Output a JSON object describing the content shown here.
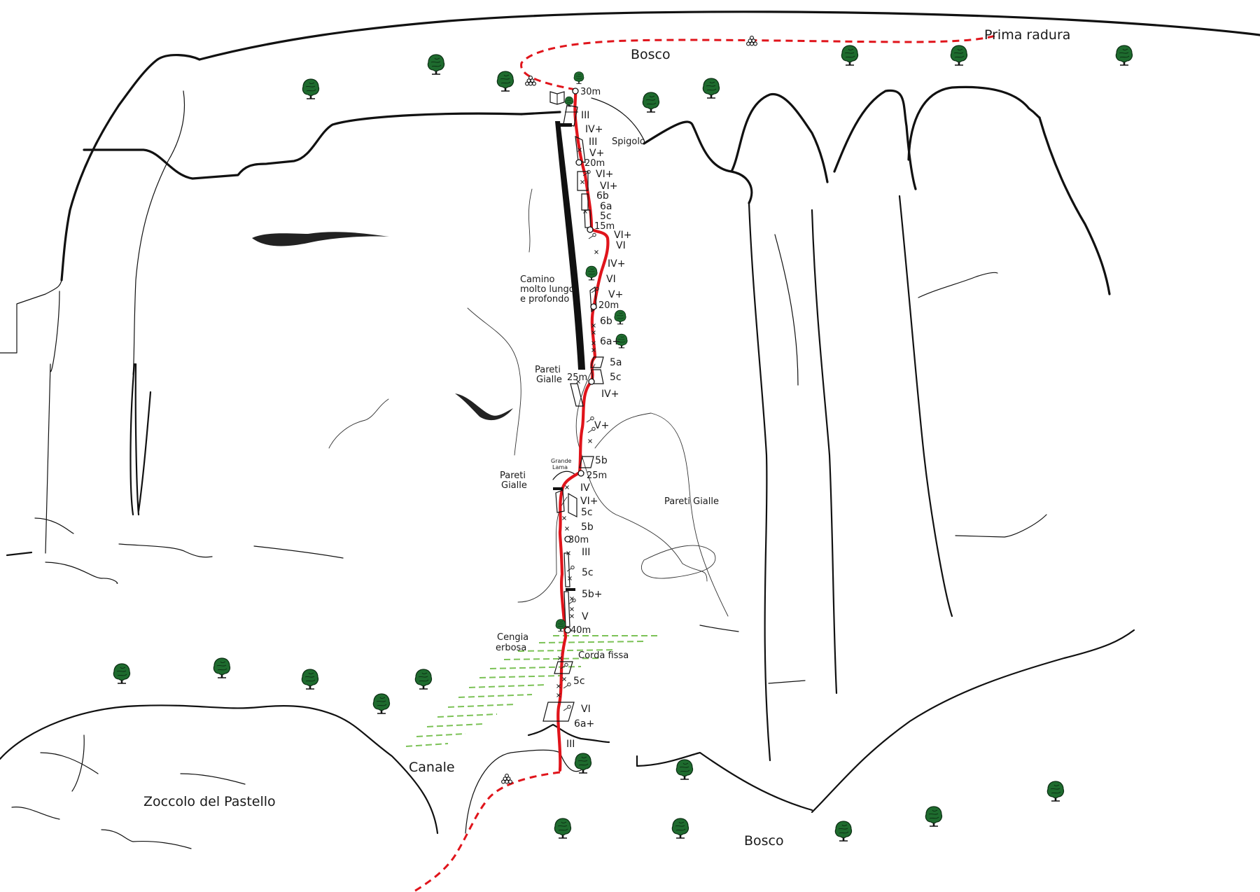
{
  "title": "Topo - Zoccolo del Pastello / Pareti Gialle",
  "colors": {
    "route": "#e0141b",
    "approach": "#e0141b",
    "rock_outline": "#111111",
    "tree": "#1e6b2e",
    "grass_ledge": "#7cc257",
    "fixed_rope": "#3a8fd6"
  },
  "legend_icons": [
    "tree-icon",
    "cairn-icon",
    "book-icon",
    "belay-icon",
    "bolt-icon",
    "piton-icon",
    "chimney-icon",
    "crack-icon"
  ],
  "place_labels": {
    "bosco_top": "Bosco",
    "prima_radura": "Prima radura",
    "bosco_bottom": "Bosco",
    "canale": "Canale",
    "zoccolo": "Zoccolo del Pastello",
    "cengia_1": "Cengia",
    "cengia_2": "erbosa",
    "corda_fissa": "Corda fissa",
    "camino_1": "Camino",
    "camino_2": "molto lungo",
    "camino_3": "e profondo",
    "pareti_gialle_a1": "Pareti",
    "pareti_gialle_a2": "Gialle",
    "pareti_gialle_b1": "Pareti",
    "pareti_gialle_b2": "Gialle",
    "pareti_gialle_c": "Pareti Gialle",
    "grande_lama_1": "Grande",
    "grande_lama_2": "Lama",
    "spigolo": "Spigolo"
  },
  "route": {
    "belays": [
      {
        "length": "30m"
      },
      {
        "length": "20m"
      },
      {
        "length": "15m"
      },
      {
        "length": "20m"
      },
      {
        "length": "25m"
      },
      {
        "length": "25m"
      },
      {
        "length": "30m"
      },
      {
        "length": "40m"
      }
    ],
    "grades": [
      {
        "id": "g1",
        "text": "III"
      },
      {
        "id": "g2",
        "text": "IV+"
      },
      {
        "id": "g3",
        "text": "III"
      },
      {
        "id": "g4",
        "text": "V+"
      },
      {
        "id": "g5",
        "text": "VI+"
      },
      {
        "id": "g6",
        "text": "VI+"
      },
      {
        "id": "g7",
        "text": "6b"
      },
      {
        "id": "g8",
        "text": "6a"
      },
      {
        "id": "g9",
        "text": "5c"
      },
      {
        "id": "g10",
        "text": "VI+"
      },
      {
        "id": "g11",
        "text": "VI"
      },
      {
        "id": "g12",
        "text": "IV+"
      },
      {
        "id": "g13",
        "text": "VI"
      },
      {
        "id": "g14",
        "text": "V+"
      },
      {
        "id": "g15",
        "text": "6b"
      },
      {
        "id": "g16",
        "text": "6a+"
      },
      {
        "id": "g17",
        "text": "5a"
      },
      {
        "id": "g18",
        "text": "5c"
      },
      {
        "id": "g19",
        "text": "IV+"
      },
      {
        "id": "g20",
        "text": "V+"
      },
      {
        "id": "g21",
        "text": "5b"
      },
      {
        "id": "g22",
        "text": "IV"
      },
      {
        "id": "g23",
        "text": "VI+"
      },
      {
        "id": "g24",
        "text": "5c"
      },
      {
        "id": "g25",
        "text": "5b"
      },
      {
        "id": "g26",
        "text": "III"
      },
      {
        "id": "g27",
        "text": "5c"
      },
      {
        "id": "g28",
        "text": "5b+"
      },
      {
        "id": "g29",
        "text": "V"
      },
      {
        "id": "g30",
        "text": "5c"
      },
      {
        "id": "g31",
        "text": "VI"
      },
      {
        "id": "g32",
        "text": "6a+"
      },
      {
        "id": "g33",
        "text": "III"
      }
    ]
  }
}
